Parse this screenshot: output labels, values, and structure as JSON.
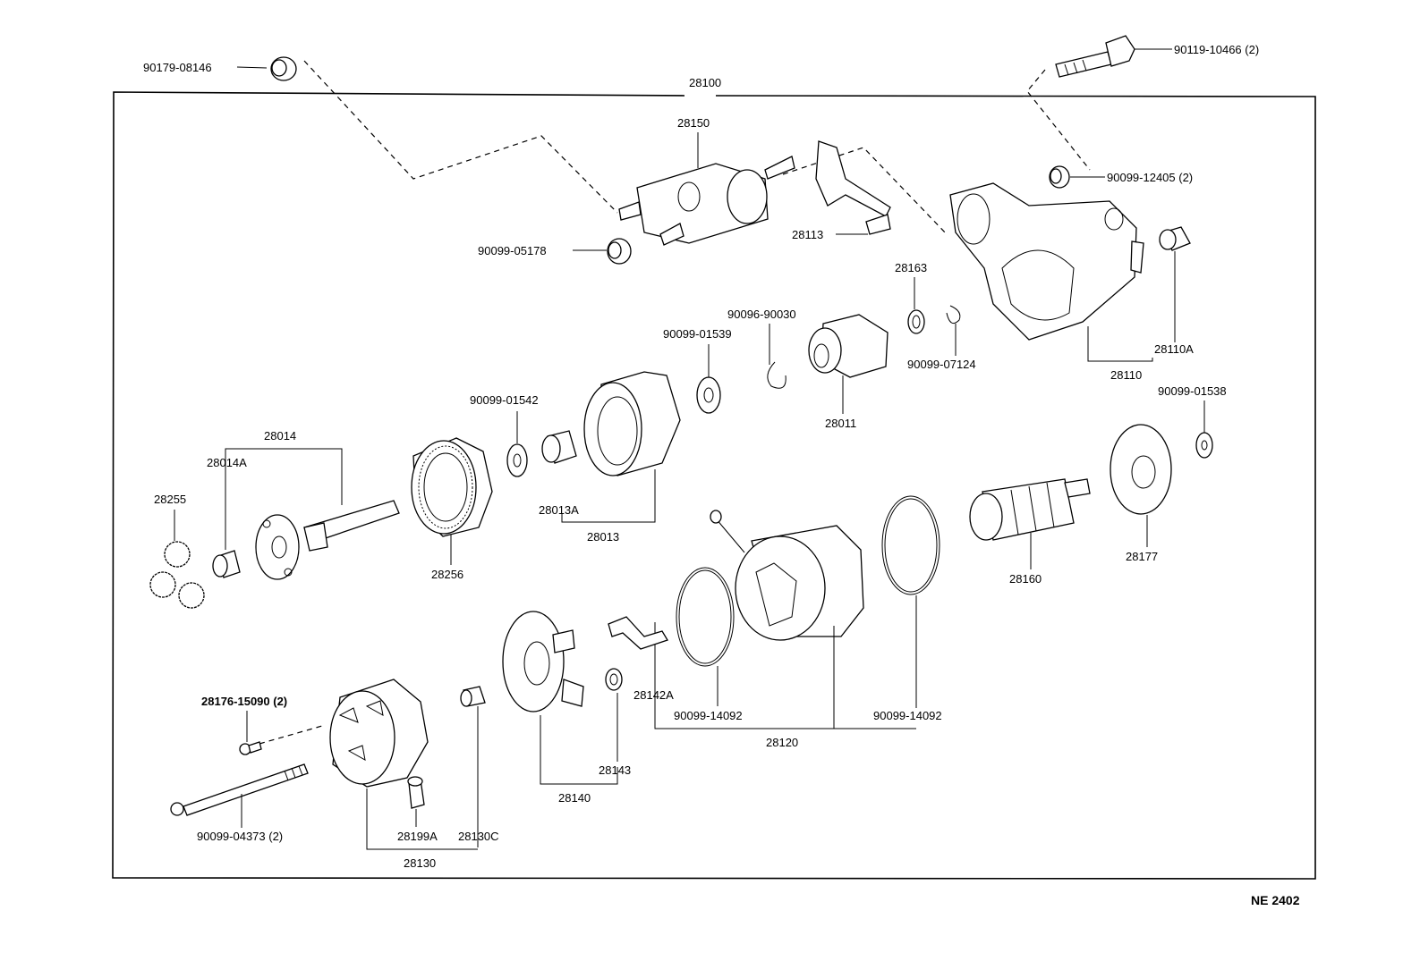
{
  "diagram_code": "NE  2402",
  "assembly_label": "28100",
  "labels": {
    "p90179_08146": "90179-08146",
    "p90119_10466": "90119-10466 (2)",
    "p28150": "28150",
    "p28113": "28113",
    "p90099_05178": "90099-05178",
    "p90099_12405": "90099-12405 (2)",
    "p28163": "28163",
    "p90096_90030": "90096-90030",
    "p90099_01539": "90099-01539",
    "p90099_07124": "90099-07124",
    "p28110A": "28110A",
    "p28110": "28110",
    "p28011": "28011",
    "p90099_01542": "90099-01542",
    "p90099_01538": "90099-01538",
    "p28014": "28014",
    "p28014A": "28014A",
    "p28255": "28255",
    "p28256": "28256",
    "p28013A": "28013A",
    "p28013": "28013",
    "p28160": "28160",
    "p28177": "28177",
    "p28142A": "28142A",
    "p90099_14092_a": "90099-14092",
    "p90099_14092_b": "90099-14092",
    "p28120": "28120",
    "p28176_15090": "28176-15090 (2)",
    "p28143": "28143",
    "p28140": "28140",
    "p90099_04373": "90099-04373 (2)",
    "p28199A": "28199A",
    "p28130C": "28130C",
    "p28130": "28130"
  }
}
